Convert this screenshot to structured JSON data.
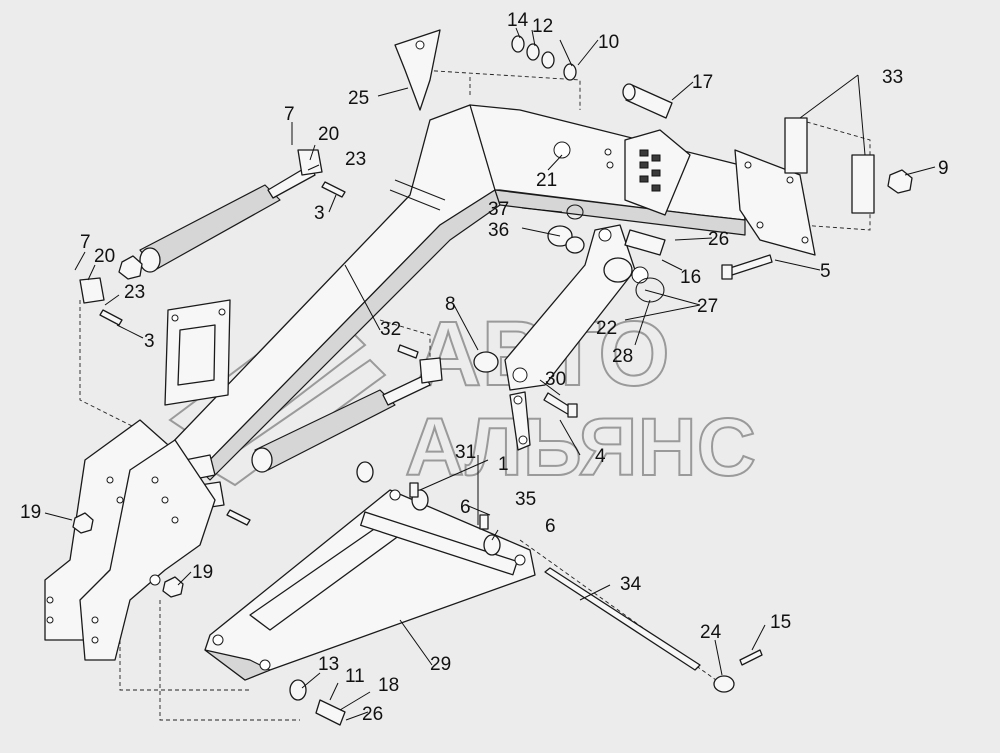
{
  "watermark": {
    "line1": "АВТО",
    "line2": "АЛЬЯНС"
  },
  "callouts": {
    "c1": "1",
    "c3a": "3",
    "c3b": "3",
    "c4": "4",
    "c5": "5",
    "c6a": "6",
    "c6b": "6",
    "c7a": "7",
    "c7b": "7",
    "c8": "8",
    "c9": "9",
    "c10": "10",
    "c11": "11",
    "c12": "12",
    "c13": "13",
    "c14": "14",
    "c15": "15",
    "c16": "16",
    "c17": "17",
    "c18": "18",
    "c19a": "19",
    "c19b": "19",
    "c20a": "20",
    "c20b": "20",
    "c21": "21",
    "c22": "22",
    "c23a": "23",
    "c23b": "23",
    "c24": "24",
    "c25": "25",
    "c26a": "26",
    "c26b": "26",
    "c27": "27",
    "c28": "28",
    "c29": "29",
    "c30": "30",
    "c31": "31",
    "c32": "32",
    "c33": "33",
    "c34": "34",
    "c35": "35",
    "c36": "36",
    "c37": "37"
  }
}
